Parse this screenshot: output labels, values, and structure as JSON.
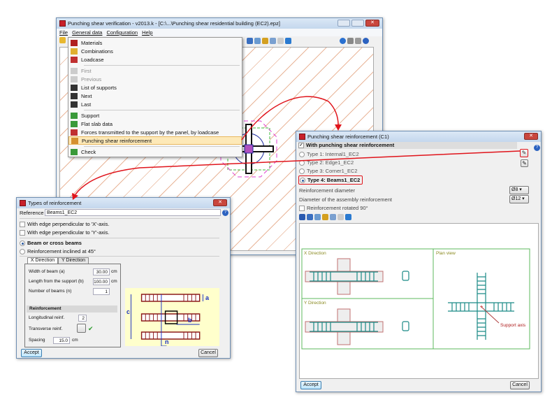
{
  "main_window": {
    "title": "Punching shear verification - v2013.k - [C:\\...\\Punching shear residential building (EC2).epz]",
    "menu": [
      "File",
      "General data",
      "Configuration",
      "Help"
    ]
  },
  "dropdown": {
    "items": [
      {
        "label": "Materials",
        "enabled": true
      },
      {
        "label": "Combinations",
        "enabled": true
      },
      {
        "label": "Loadcase",
        "enabled": true
      },
      {
        "label": "First",
        "enabled": false
      },
      {
        "label": "Previous",
        "enabled": false
      },
      {
        "label": "List of supports",
        "enabled": true
      },
      {
        "label": "Next",
        "enabled": true
      },
      {
        "label": "Last",
        "enabled": true
      },
      {
        "label": "Support",
        "enabled": true
      },
      {
        "label": "Flat slab data",
        "enabled": true
      },
      {
        "label": "Forces transmitted to the support by the panel, by loadcase",
        "enabled": true
      },
      {
        "label": "Punching shear reinforcement",
        "enabled": true,
        "highlighted": true
      },
      {
        "label": "Check",
        "enabled": true
      }
    ]
  },
  "types_dialog": {
    "title": "Types of reinforcement",
    "reference_label": "Reference",
    "reference_value": "Beams1_EC2",
    "edge_x": "With edge perpendicular to 'X'-axis.",
    "edge_y": "With edge perpendicular to 'Y'-axis.",
    "opt_beam": "Beam or cross beams",
    "opt_inclined": "Reinforcement inclined at 45°",
    "tabs": [
      "X Direction",
      "Y Direction"
    ],
    "width_label": "Width of beam (a)",
    "width_value": "30.00",
    "length_label": "Length from the support (b)",
    "length_value": "100.00",
    "unit": "cm",
    "number_label": "Number of beams (n)",
    "number_value": "1",
    "reinf_header": "Reinforcement",
    "long_label": "Longitudinal reinf.",
    "long_value": "2",
    "trans_label": "Transverse reinf.",
    "spacing_label": "Spacing",
    "spacing_value": "15.0",
    "diagram_labels": {
      "a": "a",
      "b": "b",
      "c": "c",
      "n": "n"
    },
    "accept": "Accept",
    "cancel": "Cancel"
  },
  "psr_dialog": {
    "title": "Punching shear reinforcement (C1)",
    "with_label": "With punching shear reinforcement",
    "types": [
      "Type 1: Internal1_EC2",
      "Type 2: Edge1_EC2",
      "Type 3: Corner1_EC2",
      "Type 4: Beams1_EC2"
    ],
    "selected_type": 3,
    "diam_label": "Reinforcement diameter",
    "diam_value": "Ø8",
    "assembly_label": "Diameter of the assembly reinforcement",
    "assembly_value": "Ø12",
    "rotated_label": "Reinforcement rotated 90°",
    "x_dir": "X Direction",
    "y_dir": "Y Direction",
    "plan": "Plan view",
    "support_axis": "Support axis",
    "accept": "Accept",
    "cancel": "Cancel"
  },
  "colors": {
    "accent_red": "#e0141b",
    "teal": "#1a8a86",
    "green_frame": "#5cb85c"
  }
}
